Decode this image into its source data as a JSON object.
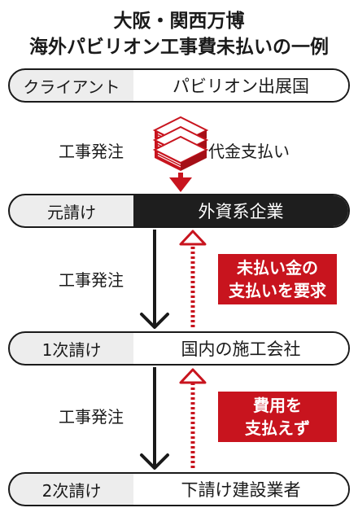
{
  "title": {
    "line1": "大阪・関西万博",
    "line2": "海外パビリオン工事費未払いの一例"
  },
  "tiers": [
    {
      "role": "クライアント",
      "entity": "パビリオン出展国"
    },
    {
      "role": "元請け",
      "entity": "外資系企業"
    },
    {
      "role": "1次請け",
      "entity": "国内の施工会社"
    },
    {
      "role": "2次請け",
      "entity": "下請け建設業者"
    }
  ],
  "flows": {
    "order_1": "工事発注",
    "payment": "代金支払い",
    "order_2": "工事発注",
    "order_3": "工事発注"
  },
  "callouts": {
    "demand_line1": "未払い金の",
    "demand_line2": "支払いを要求",
    "refuse_line1": "費用を",
    "refuse_line2": "支払えず"
  },
  "colors": {
    "accent_red": "#c8141e",
    "dark_fill": "#1e1e1e",
    "tier_fill": "#ededed"
  },
  "icons": [
    "money-bundle-icon",
    "down-arrow-icon",
    "dotted-up-arrow-icon"
  ]
}
